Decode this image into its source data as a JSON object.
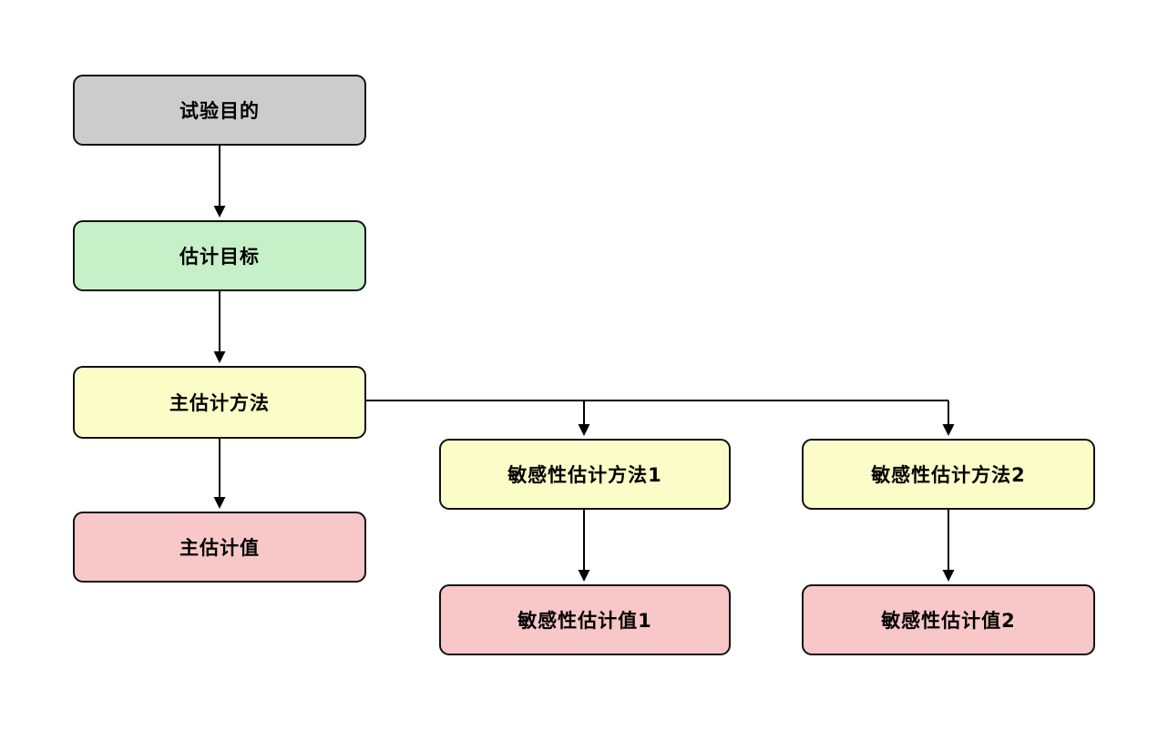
{
  "diagram": {
    "type": "flowchart",
    "nodes": [
      {
        "id": "trial-purpose",
        "label": "试验目的",
        "fill": "#cccccc"
      },
      {
        "id": "estimation-target",
        "label": "估计目标",
        "fill": "#c6f0c7"
      },
      {
        "id": "main-estimation-method",
        "label": "主估计方法",
        "fill": "#fcfcc8"
      },
      {
        "id": "main-estimate",
        "label": "主估计值",
        "fill": "#f8c7c7"
      },
      {
        "id": "sensitivity-method-1",
        "label": "敏感性估计方法1",
        "fill": "#fcfcc8"
      },
      {
        "id": "sensitivity-method-2",
        "label": "敏感性估计方法2",
        "fill": "#fcfcc8"
      },
      {
        "id": "sensitivity-estimate-1",
        "label": "敏感性估计值1",
        "fill": "#f8c7c7"
      },
      {
        "id": "sensitivity-estimate-2",
        "label": "敏感性估计值2",
        "fill": "#f8c7c7"
      }
    ],
    "edges": [
      {
        "from": "trial-purpose",
        "to": "estimation-target"
      },
      {
        "from": "estimation-target",
        "to": "main-estimation-method"
      },
      {
        "from": "main-estimation-method",
        "to": "main-estimate"
      },
      {
        "from": "main-estimation-method",
        "to": "sensitivity-method-1"
      },
      {
        "from": "main-estimation-method",
        "to": "sensitivity-method-2"
      },
      {
        "from": "sensitivity-method-1",
        "to": "sensitivity-estimate-1"
      },
      {
        "from": "sensitivity-method-2",
        "to": "sensitivity-estimate-2"
      }
    ],
    "colors": {
      "background": "#ffffff",
      "border": "#111111",
      "arrow": "#000000",
      "gray": "#cccccc",
      "green": "#c6f0c7",
      "yellow": "#fcfcc8",
      "pink": "#f8c7c7"
    }
  }
}
